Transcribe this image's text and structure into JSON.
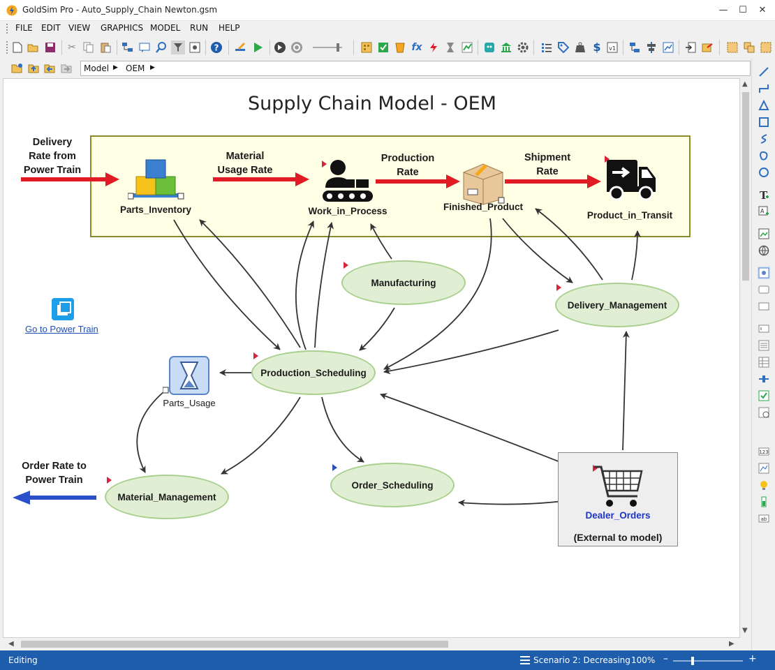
{
  "window": {
    "title": "GoldSim Pro - Auto_Supply_Chain Newton.gsm"
  },
  "menu": [
    "FILE",
    "EDIT",
    "VIEW",
    "GRAPHICS",
    "MODEL",
    "RUN",
    "HELP"
  ],
  "breadcrumb": [
    "Model",
    "OEM"
  ],
  "diagram": {
    "title": "Supply Chain Model - OEM",
    "inflow_label": "Delivery\nRate from\nPower Train",
    "flow_labels": {
      "material_usage": "Material\nUsage Rate",
      "production": "Production\nRate",
      "shipment": "Shipment\nRate"
    },
    "outflow_label": "Order Rate to\nPower Train",
    "nodes": {
      "parts_inventory": "Parts_Inventory",
      "work_in_process": "Work_in_Process",
      "finished_product": "Finished_Product",
      "product_in_transit": "Product_in_Transit",
      "manufacturing": "Manufacturing",
      "delivery_management": "Delivery_Management",
      "production_scheduling": "Production_Scheduling",
      "parts_usage": "Parts_Usage",
      "material_management": "Material_Management",
      "order_scheduling": "Order_Scheduling",
      "dealer_orders": "Dealer_Orders"
    },
    "external_note": "(External to model)",
    "link_text": "Go to Power Train"
  },
  "status": {
    "mode": "Editing",
    "scenario": "Scenario 2: Decreasing",
    "zoom": "100%"
  },
  "colors": {
    "status_bar": "#1d5dab",
    "flow_red": "#e01b24",
    "flow_blue": "#2a4fc8",
    "ellipse_fill": "#e0efd4",
    "ellipse_border": "#a9d08e",
    "region_fill": "#ffffe6"
  }
}
